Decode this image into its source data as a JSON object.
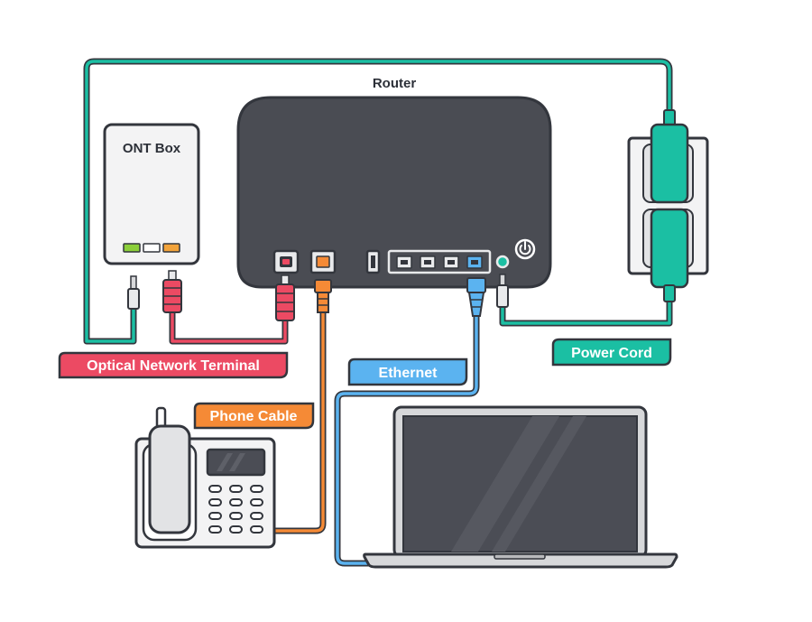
{
  "labels": {
    "router": "Router",
    "ont_box": "ONT Box",
    "optical_network_terminal": "Optical Network Terminal",
    "ethernet": "Ethernet",
    "phone_cable": "Phone Cable",
    "power_cord": "Power Cord"
  },
  "colors": {
    "outline": "#33363d",
    "router_body": "#4a4c53",
    "teal": "#1bbfa3",
    "red": "#ec4a63",
    "blue": "#5bb3f0",
    "orange": "#f58a36",
    "led_green": "#8ccf3a",
    "led_orange": "#f2a33a",
    "screen": "#4b4d55"
  },
  "icons": [
    "power-icon"
  ]
}
